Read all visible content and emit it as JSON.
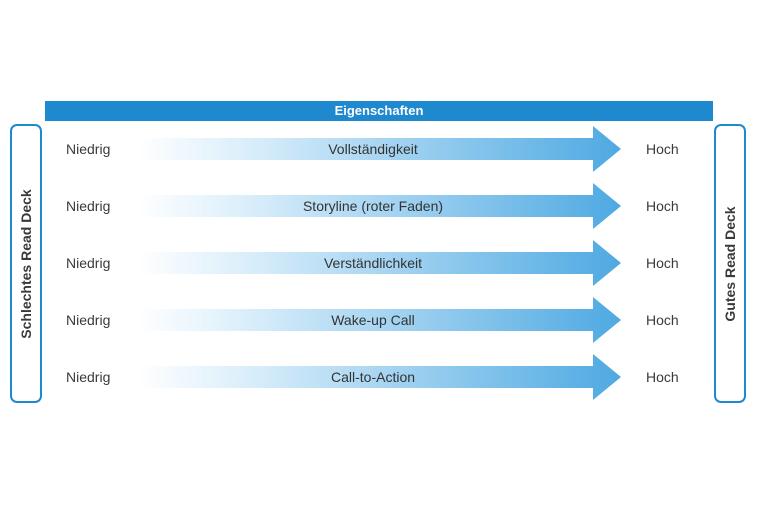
{
  "header": {
    "title": "Eigenschaften"
  },
  "side_left": {
    "label": "Schlechtes Read Deck"
  },
  "side_right": {
    "label": "Gutes Read Deck"
  },
  "colors": {
    "accent": "#1f89cf",
    "arrow_start": "#ffffff",
    "arrow_end": "#4ea9e2"
  },
  "rows": [
    {
      "low": "Niedrig",
      "label": "Vollständigkeit",
      "high": "Hoch"
    },
    {
      "low": "Niedrig",
      "label": "Storyline (roter Faden)",
      "high": "Hoch"
    },
    {
      "low": "Niedrig",
      "label": "Verständlichkeit",
      "high": "Hoch"
    },
    {
      "low": "Niedrig",
      "label": "Wake-up Call",
      "high": "Hoch"
    },
    {
      "low": "Niedrig",
      "label": "Call-to-Action",
      "high": "Hoch"
    }
  ]
}
